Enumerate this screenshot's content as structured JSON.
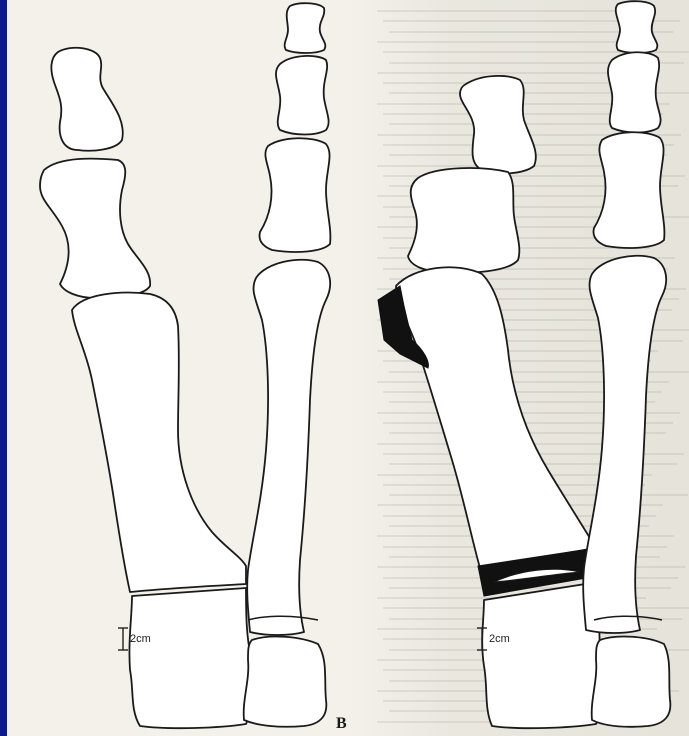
{
  "figure": {
    "panel_label": "B",
    "scale_label_left": "2cm",
    "scale_label_right": "2cm"
  },
  "colors": {
    "frame": "#0c1a8c",
    "paper": "#f3f1ea",
    "line": "#1a1a1a",
    "fill_wedge": "#111111"
  }
}
